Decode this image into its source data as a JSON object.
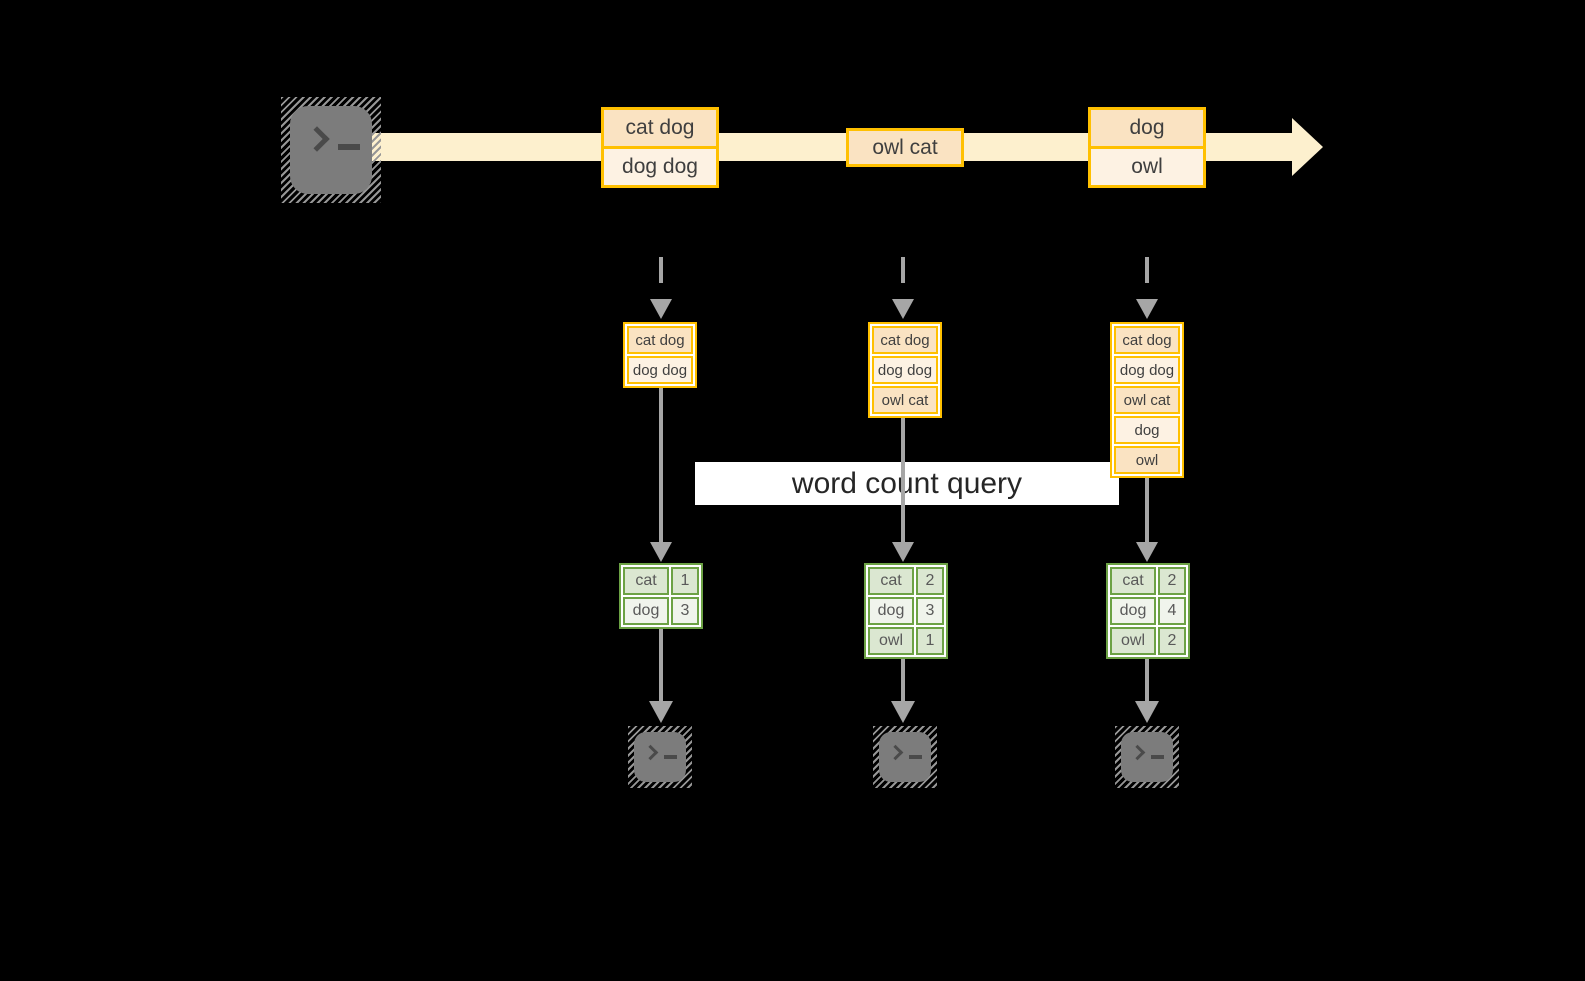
{
  "stream": {
    "boxes": [
      {
        "cells": [
          "cat dog",
          "dog dog"
        ]
      },
      {
        "cells": [
          "owl cat"
        ]
      },
      {
        "cells": [
          "dog",
          "owl"
        ]
      }
    ]
  },
  "query_label": "word count query",
  "columns": [
    {
      "state": {
        "cells": [
          "cat dog",
          "dog dog"
        ]
      },
      "result": {
        "rows": [
          [
            "cat",
            "1"
          ],
          [
            "dog",
            "3"
          ]
        ]
      }
    },
    {
      "state": {
        "cells": [
          "cat dog",
          "dog dog",
          "owl cat"
        ]
      },
      "result": {
        "rows": [
          [
            "cat",
            "2"
          ],
          [
            "dog",
            "3"
          ],
          [
            "owl",
            "1"
          ]
        ]
      }
    },
    {
      "state": {
        "cells": [
          "cat dog",
          "dog dog",
          "owl cat",
          "dog",
          "owl"
        ]
      },
      "result": {
        "rows": [
          [
            "cat",
            "2"
          ],
          [
            "dog",
            "4"
          ],
          [
            "owl",
            "2"
          ]
        ]
      }
    }
  ],
  "icons": {
    "source": "terminal-icon",
    "sinks": [
      "terminal-icon",
      "terminal-icon",
      "terminal-icon"
    ]
  },
  "colors": {
    "background": "#000000",
    "stream_fill": "#FDF0CE",
    "record_border": "#FFC000",
    "record_fill_dark": "#FAE3C2",
    "record_fill_light": "#FDF2E3",
    "table_border": "#6CA244",
    "table_fill_green": "#DBE7D1",
    "table_fill_pale": "#F0F4EC",
    "arrow_gray": "#A6A6A6",
    "terminal_gray": "#7C7C7C",
    "query_bg": "#FFFFFF"
  }
}
